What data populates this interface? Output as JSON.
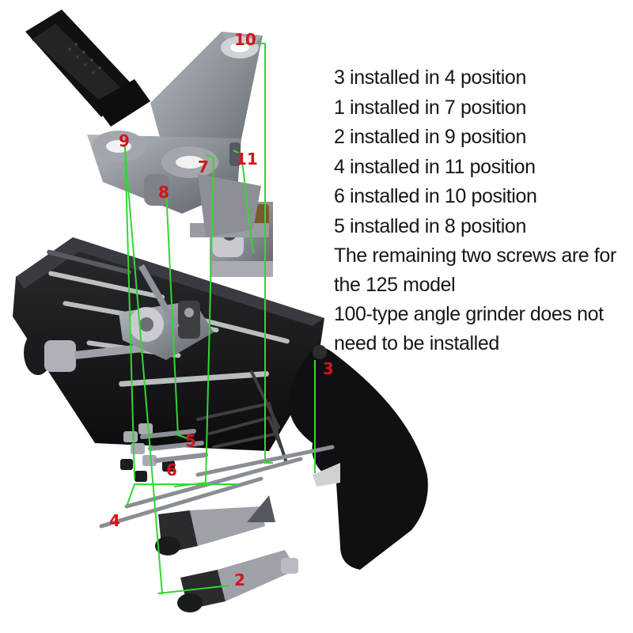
{
  "instructions": [
    "3 installed in 4 position",
    "1 installed in 7 position",
    "2 installed in 9 position",
    "4 installed in 11 position",
    "6 installed in 10 position",
    "5 installed in 8 position",
    "The remaining two screws are for the 125 model",
    "100-type angle grinder does not need to be installed"
  ],
  "part_labels": {
    "p2": "2",
    "p3": "3",
    "p4": "4",
    "p5": "5",
    "p6": "6",
    "p7": "7",
    "p8": "8",
    "p9": "9",
    "p10": "10",
    "p11": "11"
  },
  "colors": {
    "label_red": "#d4141c",
    "guide_green": "#33d633",
    "metal_grey": "#8a8f96",
    "base_black": "#141416",
    "text": "#161616"
  }
}
